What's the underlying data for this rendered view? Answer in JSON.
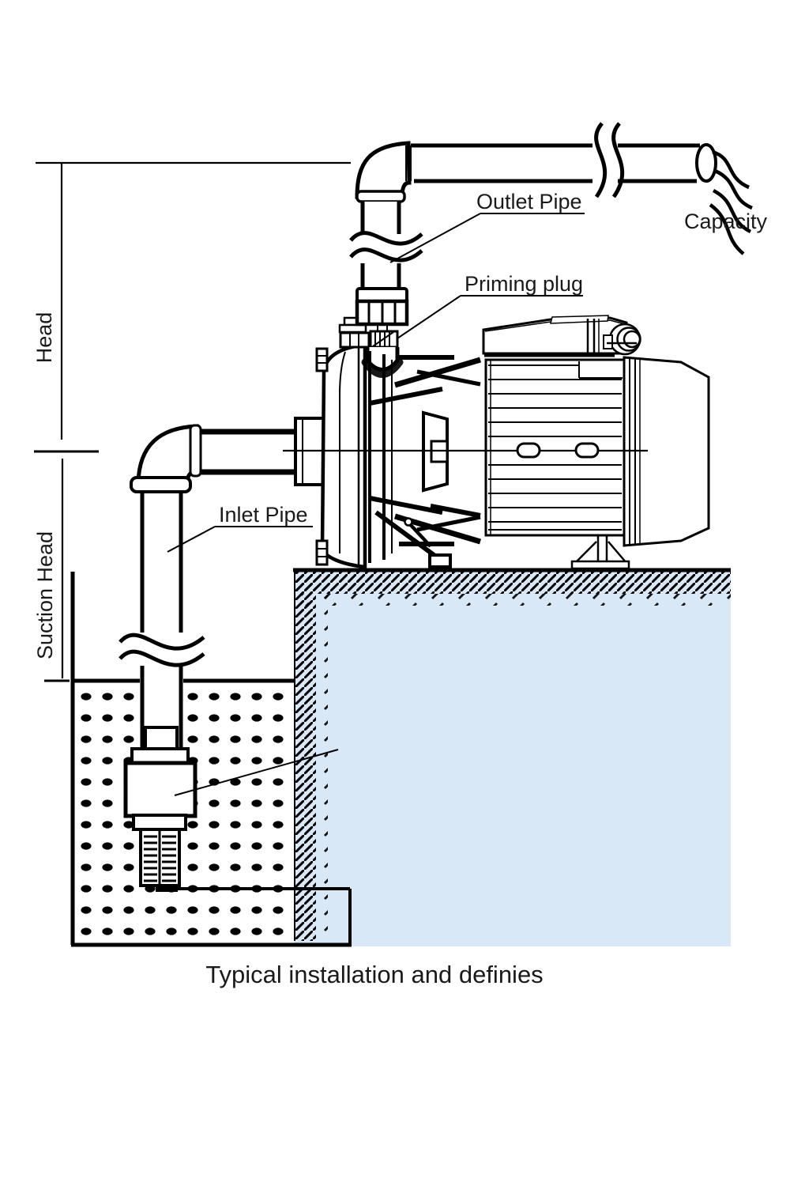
{
  "diagram": {
    "caption": "Typical installation and definies",
    "labels": {
      "head": "Head",
      "suction_head": "Suction Head",
      "outlet_pipe": "Outlet Pipe",
      "priming_plug": "Priming plug",
      "inlet_pipe": "Inlet Pipe",
      "capacity": "Capacity"
    },
    "colors": {
      "line": "#000000",
      "text": "#1a1a1a",
      "water_fill": "#d9e8f7",
      "background": "#ffffff"
    }
  }
}
